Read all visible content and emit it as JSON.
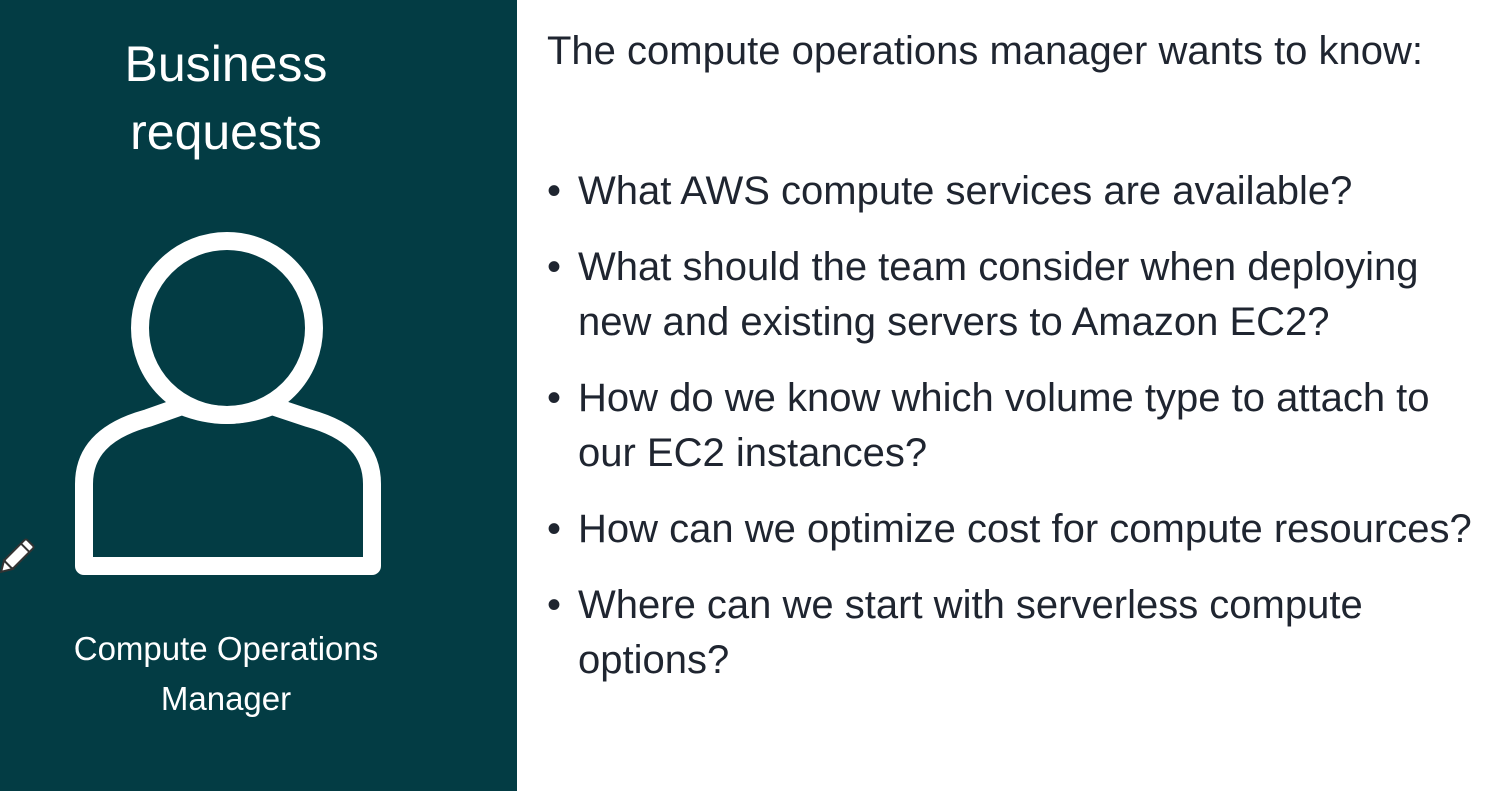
{
  "left_panel": {
    "title_line1": "Business",
    "title_line2": "requests",
    "persona_line1": "Compute Operations",
    "persona_line2": "Manager",
    "icons": [
      "user-icon",
      "pencil-icon"
    ],
    "background_color": "#033c44"
  },
  "right_panel": {
    "intro": "The compute operations manager wants to know:",
    "bullet_glyph": "•",
    "questions": [
      "What AWS compute services are available?",
      "What should the team consider when deploying new and existing servers to Amazon EC2?",
      "How do we know which volume type to attach to our EC2 instances?",
      "How can we optimize cost for compute resources?",
      "Where can we start with serverless compute options?"
    ],
    "text_color": "#1f2530"
  }
}
